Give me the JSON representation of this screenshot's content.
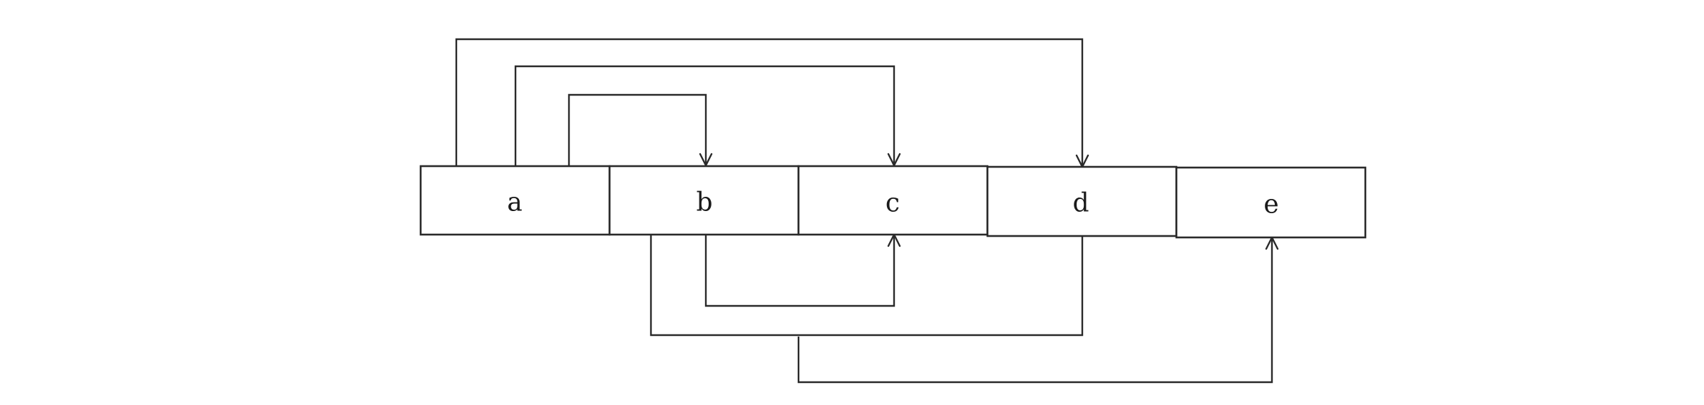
{
  "diagram": {
    "cells": [
      {
        "id": "a",
        "label": "a"
      },
      {
        "id": "b",
        "label": "b"
      },
      {
        "id": "c",
        "label": "c"
      },
      {
        "id": "d",
        "label": "d"
      },
      {
        "id": "e",
        "label": "e"
      }
    ],
    "links": [
      {
        "from": "a",
        "to": "b",
        "side": "top"
      },
      {
        "from": "a",
        "to": "c",
        "side": "top"
      },
      {
        "from": "a",
        "to": "d",
        "side": "top"
      },
      {
        "from": "b",
        "to": "c",
        "side": "bottom"
      },
      {
        "from": "d",
        "to": "b",
        "side": "bottom",
        "arrow": false
      },
      {
        "from": "c",
        "to": "e",
        "side": "bottom"
      }
    ]
  }
}
